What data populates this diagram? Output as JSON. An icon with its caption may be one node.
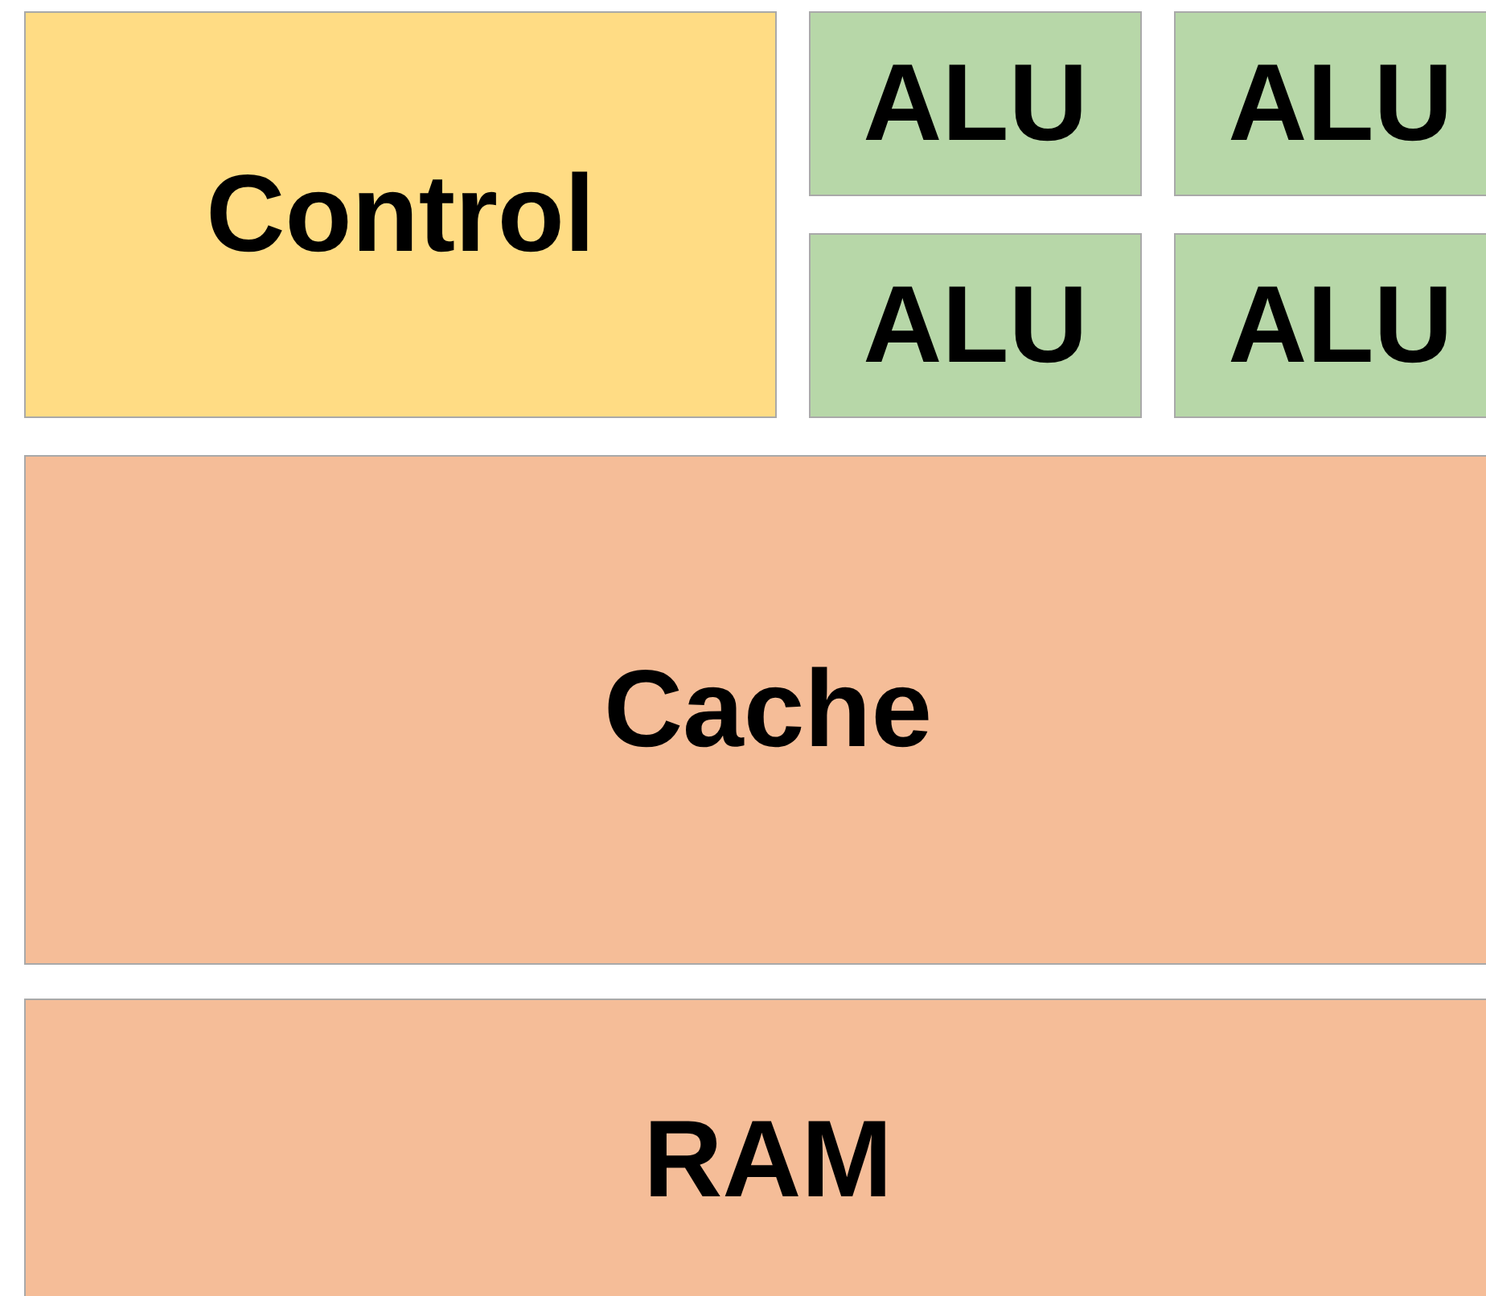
{
  "diagram": {
    "nodes": [
      {
        "text": [
          "Control"
        ]
      },
      {
        "text": [
          "ALU"
        ]
      },
      {
        "text": [
          "ALU"
        ]
      },
      {
        "text": [
          "ALU"
        ]
      },
      {
        "text": [
          "ALU"
        ]
      },
      {
        "text": [
          "Cache"
        ]
      },
      {
        "text": [
          "RAM"
        ]
      }
    ]
  }
}
